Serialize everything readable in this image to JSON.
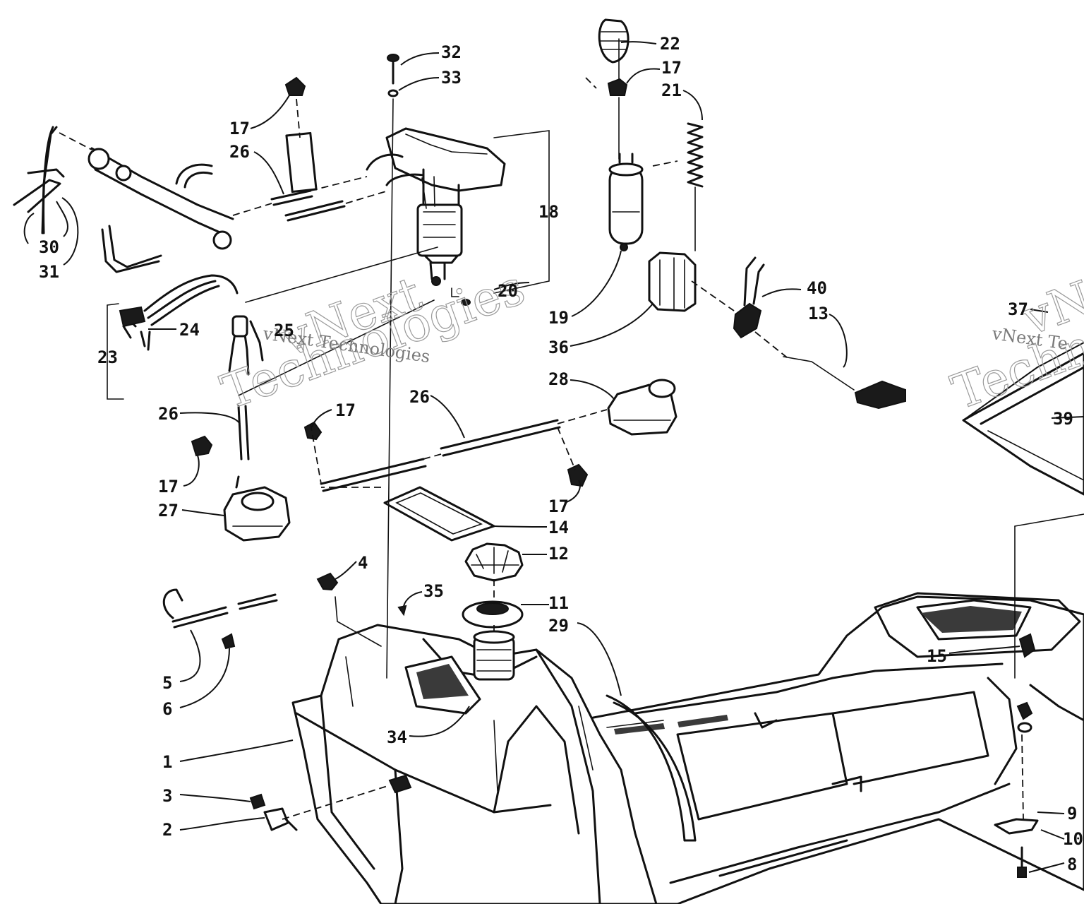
{
  "watermarks": [
    {
      "line1": "vNext",
      "line2": "Technologies",
      "small": "vNext Technologies"
    },
    {
      "line1": "vNext",
      "line2": "Techn",
      "small": "vNext Te"
    }
  ],
  "callouts": [
    {
      "id": "c32",
      "text": "32"
    },
    {
      "id": "c33",
      "text": "33"
    },
    {
      "id": "c22",
      "text": "22"
    },
    {
      "id": "c17a",
      "text": "17"
    },
    {
      "id": "c21",
      "text": "21"
    },
    {
      "id": "c17b",
      "text": "17"
    },
    {
      "id": "c26a",
      "text": "26"
    },
    {
      "id": "c18",
      "text": "18"
    },
    {
      "id": "c30",
      "text": "30"
    },
    {
      "id": "c31",
      "text": "31"
    },
    {
      "id": "c20",
      "text": "20"
    },
    {
      "id": "c19",
      "text": "19"
    },
    {
      "id": "c40",
      "text": "40"
    },
    {
      "id": "c13",
      "text": "13"
    },
    {
      "id": "c37",
      "text": "37"
    },
    {
      "id": "c24",
      "text": "24"
    },
    {
      "id": "c25",
      "text": "25"
    },
    {
      "id": "c23",
      "text": "23"
    },
    {
      "id": "c36",
      "text": "36"
    },
    {
      "id": "c28",
      "text": "28"
    },
    {
      "id": "c26b",
      "text": "26"
    },
    {
      "id": "c39",
      "text": "39"
    },
    {
      "id": "c26c",
      "text": "26"
    },
    {
      "id": "c17c",
      "text": "17"
    },
    {
      "id": "c17d",
      "text": "17"
    },
    {
      "id": "c27",
      "text": "27"
    },
    {
      "id": "c17e",
      "text": "17"
    },
    {
      "id": "c14",
      "text": "14"
    },
    {
      "id": "c12",
      "text": "12"
    },
    {
      "id": "c4",
      "text": "4"
    },
    {
      "id": "c35",
      "text": "35"
    },
    {
      "id": "c11",
      "text": "11"
    },
    {
      "id": "c29",
      "text": "29"
    },
    {
      "id": "c15",
      "text": "15"
    },
    {
      "id": "c5",
      "text": "5"
    },
    {
      "id": "c6",
      "text": "6"
    },
    {
      "id": "c34",
      "text": "34"
    },
    {
      "id": "c1",
      "text": "1"
    },
    {
      "id": "c3",
      "text": "3"
    },
    {
      "id": "c2",
      "text": "2"
    },
    {
      "id": "c9",
      "text": "9"
    },
    {
      "id": "c10",
      "text": "10"
    },
    {
      "id": "c8",
      "text": "8"
    }
  ]
}
